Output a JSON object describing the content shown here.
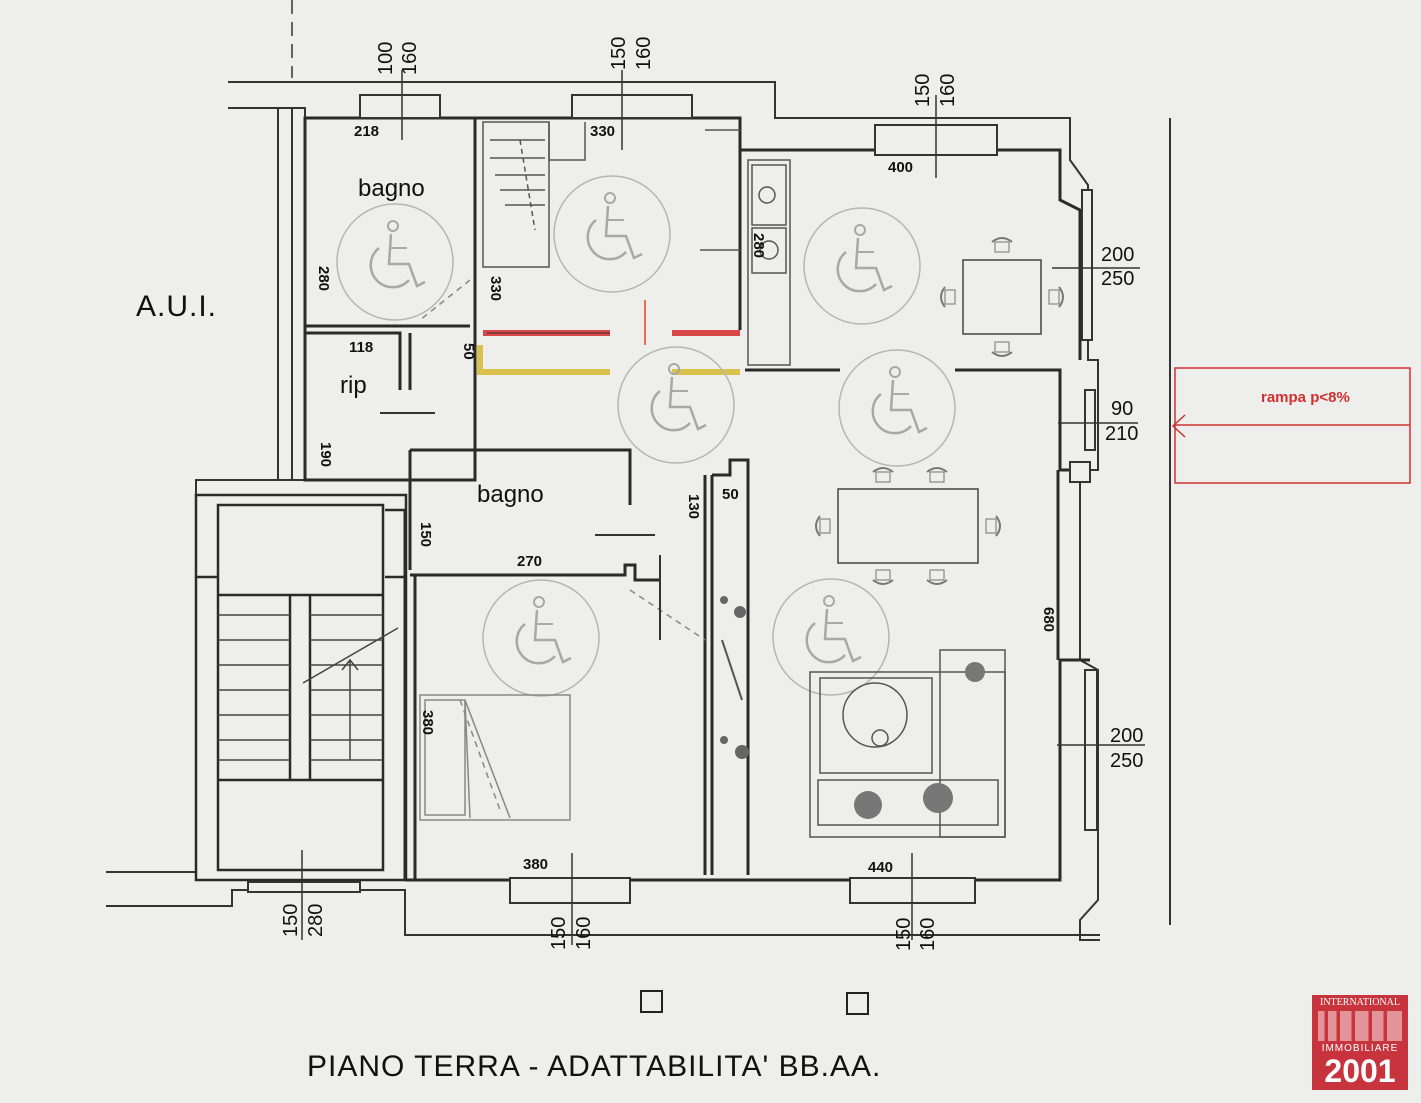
{
  "title": "PIANO TERRA - ADATTABILITA' BB.AA.",
  "label_aui": "A.U.I.",
  "rooms": {
    "bagno_1": "bagno",
    "rip": "rip",
    "bagno_2": "bagno"
  },
  "ramp_label": "rampa p<8%",
  "dimensions": {
    "d218": "218",
    "d330_top": "330",
    "d400": "400",
    "d118": "118",
    "d270": "270",
    "d380_bottom": "380",
    "d440": "440",
    "d280_left": "280",
    "d330_side": "330",
    "d50_side": "50",
    "d190": "190",
    "d150_side": "150",
    "d130": "130",
    "d50_small": "50",
    "d380_side": "380",
    "d280_kitchen": "280",
    "d680": "680",
    "w_top1": "100",
    "w_top1b": "160",
    "w_top2": "150",
    "w_top2b": "160",
    "w_top3": "150",
    "w_top3b": "160",
    "w_bot1": "150",
    "w_bot1b": "280",
    "w_bot2": "150",
    "w_bot2b": "160",
    "w_bot3": "150",
    "w_bot3b": "160",
    "r1_top": "200",
    "r1_bot": "250",
    "r2_top": "90",
    "r2_bot": "210",
    "r3_top": "200",
    "r3_bot": "250"
  },
  "logo": {
    "top": "INTERNATIONAL",
    "mid": "IMMOBILIARE",
    "num": "2001"
  },
  "icons": [
    "wheelchair-icon",
    "dining-table-icon",
    "sofa-icon",
    "bed-icon",
    "staircase-icon"
  ]
}
